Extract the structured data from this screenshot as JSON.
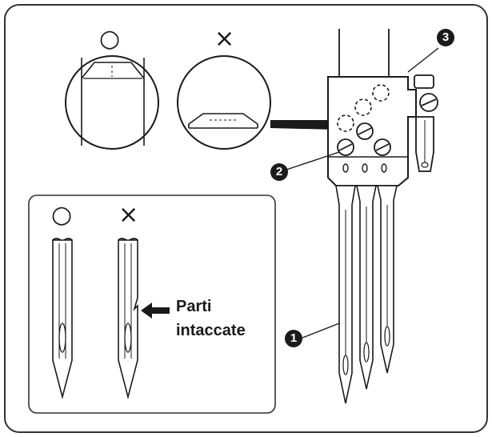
{
  "colors": {
    "ink": "#1a1a1a",
    "frame": "#333333",
    "background": "#ffffff"
  },
  "marks": {
    "correct": "○",
    "wrong": "×"
  },
  "labels": {
    "defect_line1": "Parti",
    "defect_line2": "intaccate"
  },
  "callouts": [
    "1",
    "2",
    "3"
  ],
  "icons": [
    "correct-circle-icon",
    "wrong-cross-icon",
    "arrow-left-icon"
  ]
}
